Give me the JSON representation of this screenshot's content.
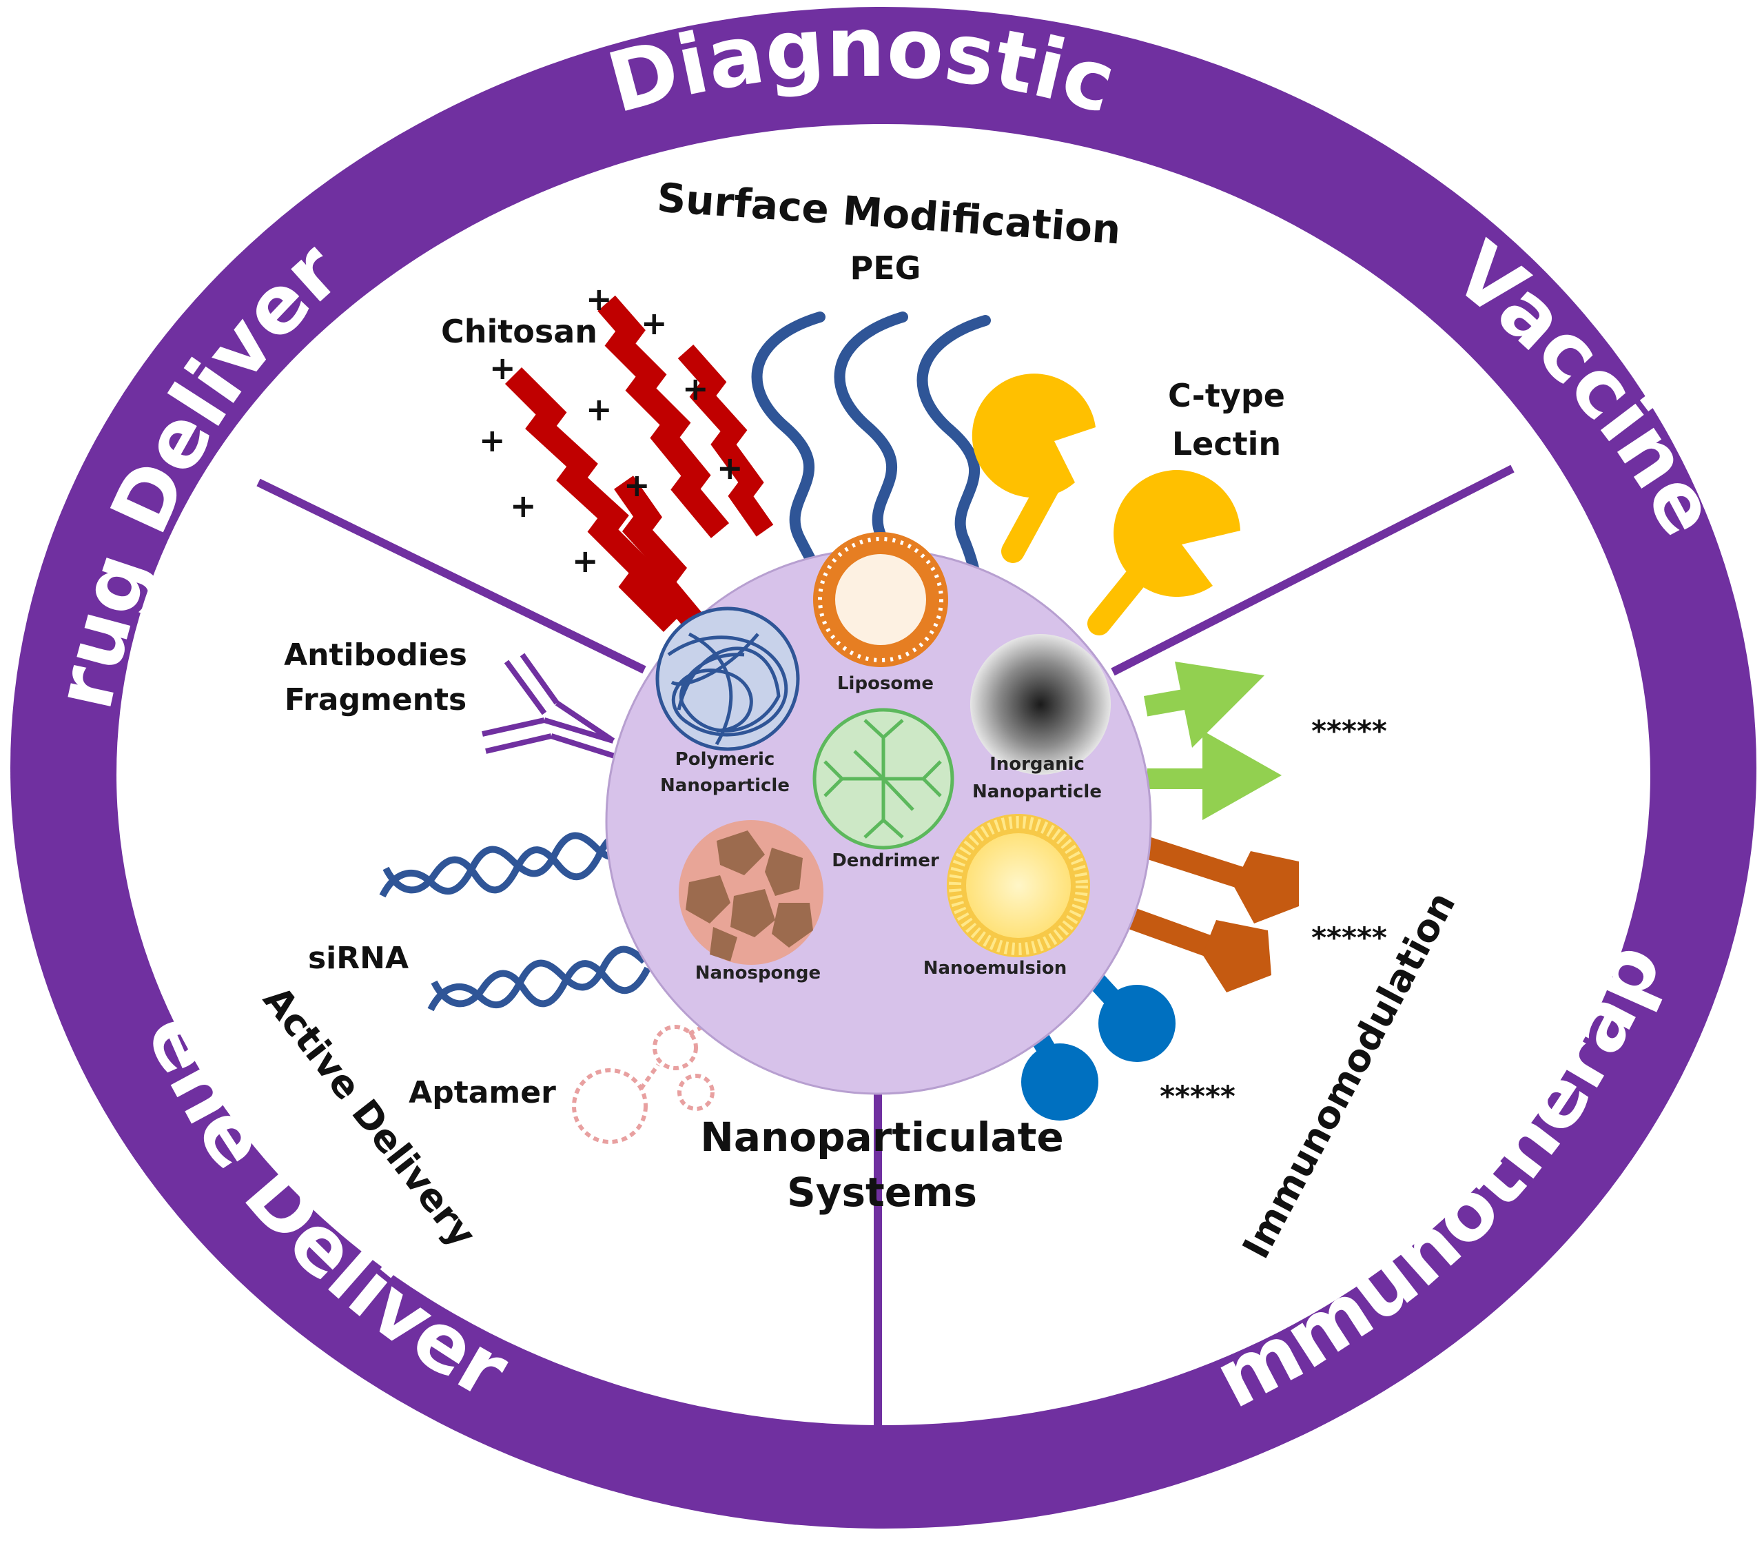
{
  "ring": {
    "top": "Diagnostic",
    "upper_left": "Drug Delivery",
    "upper_right": "Vaccine",
    "lower_left": "Gene Delivery",
    "lower_right": "Immunotherapy"
  },
  "sections": {
    "surface": "Surface Modification",
    "active": "Active Delivery",
    "immuno": "Immunomodulation",
    "systems_line1": "Nanoparticulate",
    "systems_line2": "Systems"
  },
  "ligands": {
    "chitosan": "Chitosan",
    "peg": "PEG",
    "lectin_line1": "C-type",
    "lectin_line2": "Lectin",
    "antibody_line1": "Antibodies",
    "antibody_line2": "Fragments",
    "sirna": "siRNA",
    "aptamer": "Aptamer",
    "stars_1": "*****",
    "stars_2": "*****",
    "stars_3": "*****"
  },
  "nanoparticles": {
    "polymeric_line1": "Polymeric",
    "polymeric_line2": "Nanoparticle",
    "liposome": "Liposome",
    "inorganic_line1": "Inorganic",
    "inorganic_line2": "Nanoparticle",
    "dendrimer": "Dendrimer",
    "nanosponge": "Nanosponge",
    "nanoemulsion": "Nanoemulsion"
  },
  "colors": {
    "ring_purple": "#7030a0",
    "core_lavender": "#d7c2ea",
    "chitosan_red": "#c00000",
    "peg_blue": "#2f5597",
    "lectin_yellow": "#ffc000",
    "arrow_green": "#92d050",
    "pentagon_orange": "#c55a11",
    "ball_blue": "#0070c0",
    "antibody_purple": "#7030a0",
    "aptamer_pink": "#e8a0a0"
  },
  "icons": {
    "chitosan": "zigzag-chain",
    "peg": "wavy-line",
    "lectin": "pacman-receptor",
    "antibody": "y-shape",
    "sirna": "double-helix",
    "aptamer": "dotted-loops"
  }
}
